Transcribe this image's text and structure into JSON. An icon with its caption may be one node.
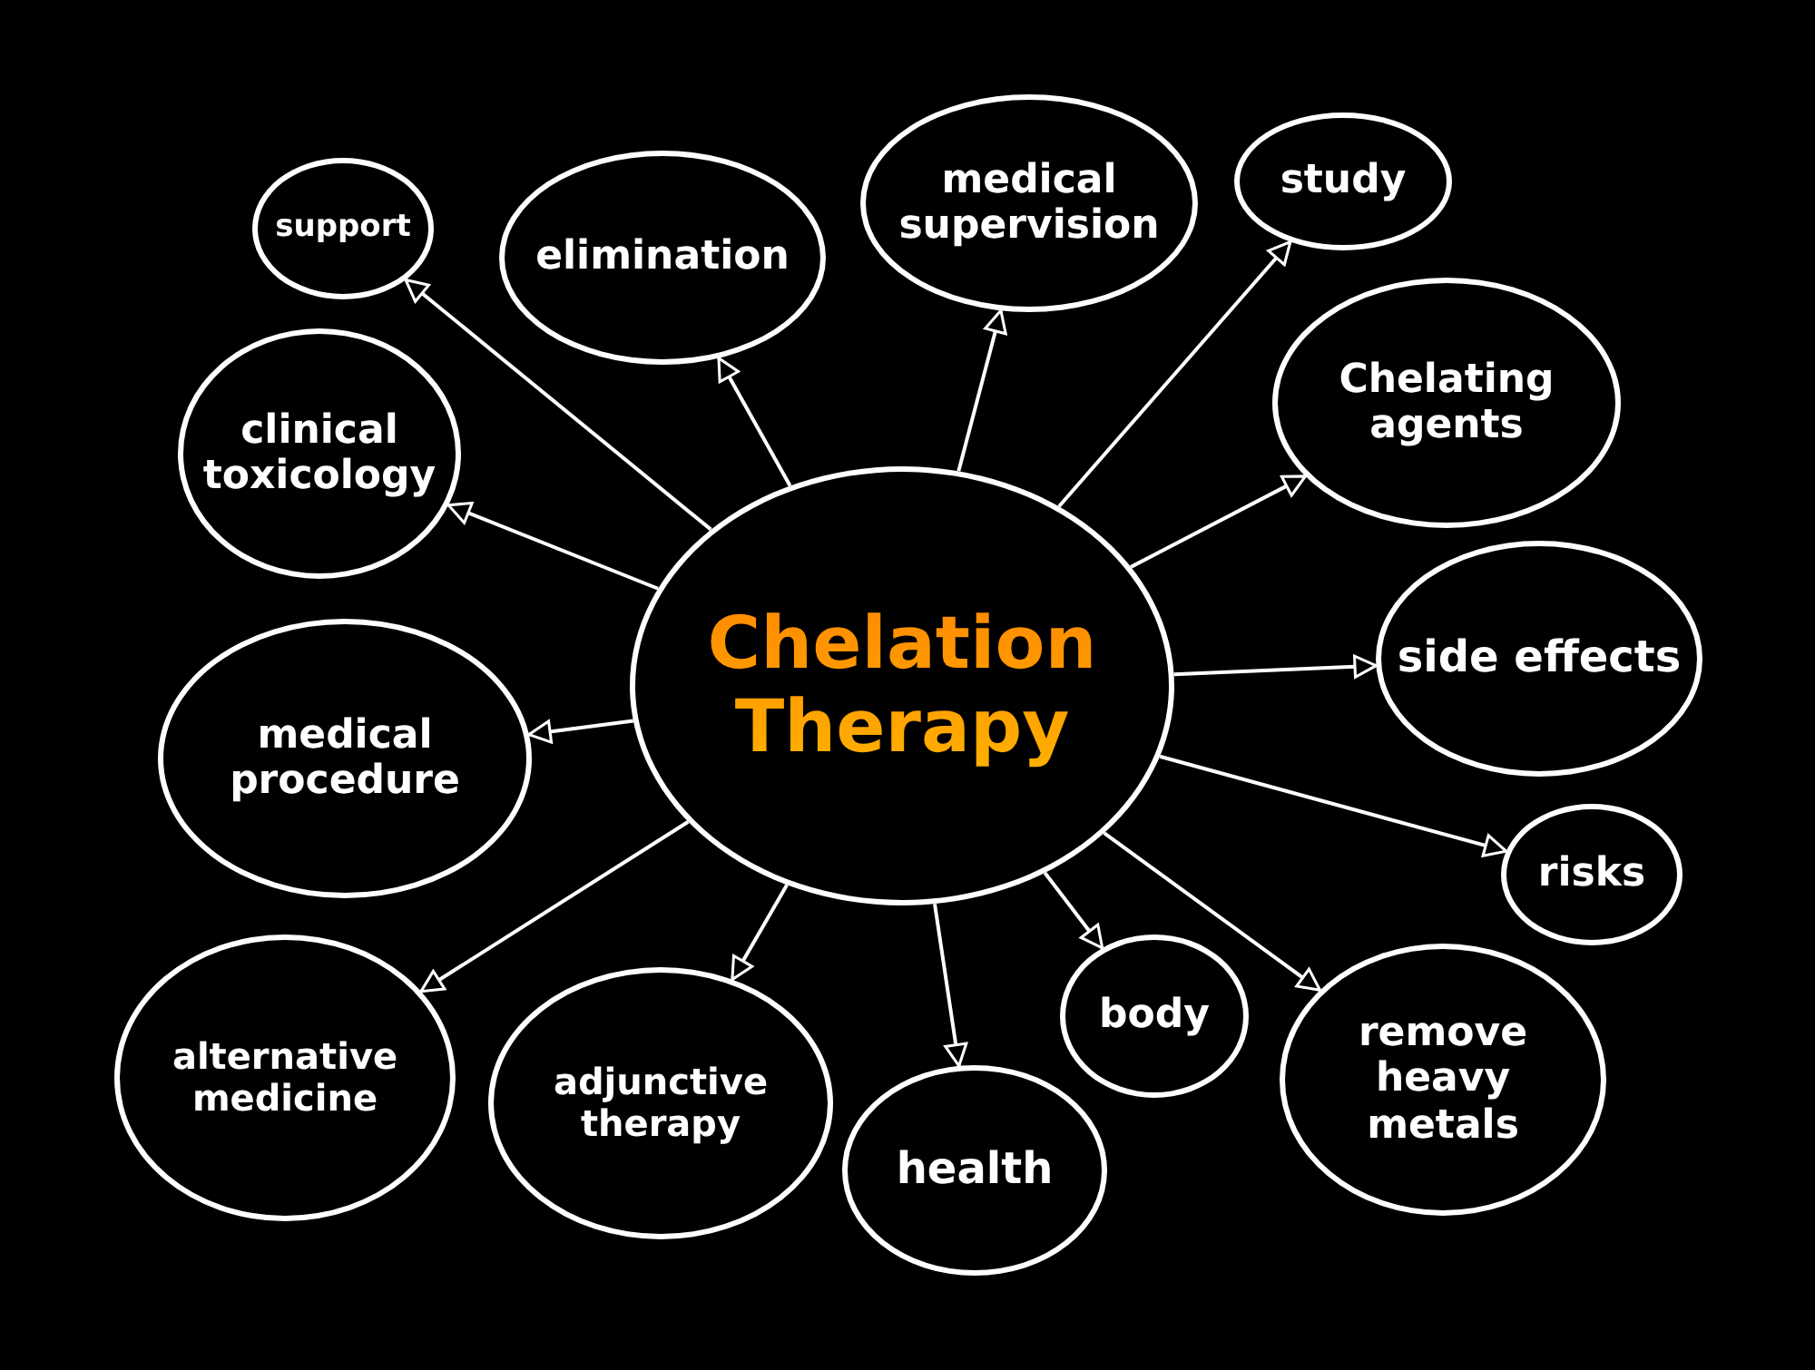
{
  "diagram": {
    "nodes": [
      {
        "text": [
          "Chelation Therapy"
        ]
      },
      {
        "text": [
          "support"
        ]
      },
      {
        "text": [
          "elimination"
        ]
      },
      {
        "text": [
          "medical supervision"
        ]
      },
      {
        "text": [
          "study"
        ]
      },
      {
        "text": [
          "clinical toxicology"
        ]
      },
      {
        "text": [
          "Chelating agents"
        ]
      },
      {
        "text": [
          "medical procedure"
        ]
      },
      {
        "text": [
          "side effects"
        ]
      },
      {
        "text": [
          "risks"
        ]
      },
      {
        "text": [
          "alternative medicine"
        ]
      },
      {
        "text": [
          "adjunctive therapy"
        ]
      },
      {
        "text": [
          "health"
        ]
      },
      {
        "text": [
          "body"
        ]
      },
      {
        "text": [
          "remove heavy metals"
        ]
      }
    ],
    "edges": [
      {
        "from": 0,
        "to": 1,
        "arrow": "to"
      },
      {
        "from": 0,
        "to": 2,
        "arrow": "to"
      },
      {
        "from": 0,
        "to": 3,
        "arrow": "to"
      },
      {
        "from": 0,
        "to": 4,
        "arrow": "to"
      },
      {
        "from": 0,
        "to": 5,
        "arrow": "to"
      },
      {
        "from": 0,
        "to": 6,
        "arrow": "to"
      },
      {
        "from": 0,
        "to": 7,
        "arrow": "to"
      },
      {
        "from": 0,
        "to": 8,
        "arrow": "to"
      },
      {
        "from": 0,
        "to": 9,
        "arrow": "to"
      },
      {
        "from": 0,
        "to": 10,
        "arrow": "to"
      },
      {
        "from": 0,
        "to": 11,
        "arrow": "to"
      },
      {
        "from": 0,
        "to": 12,
        "arrow": "to"
      },
      {
        "from": 0,
        "to": 13,
        "arrow": "to"
      },
      {
        "from": 0,
        "to": 14,
        "arrow": "to"
      }
    ]
  }
}
